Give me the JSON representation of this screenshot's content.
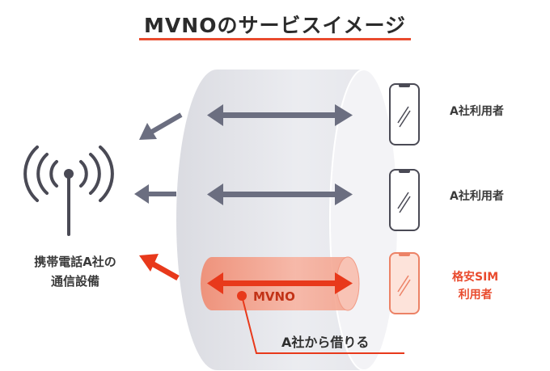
{
  "title": "MVNOのサービスイメージ",
  "carrier_label_line1": "携帯電話A社の",
  "carrier_label_line2": "通信設備",
  "users": [
    {
      "label": "A社利用者"
    },
    {
      "label": "A社利用者"
    },
    {
      "label_line1": "格安SIM",
      "label_line2": "利用者"
    }
  ],
  "mvno_label": "MVNO",
  "borrow_label": "A社から借りる",
  "colors": {
    "accent": "#e94b2e",
    "arrow_gray": "#6b6e80",
    "pipe": "#dadbe1",
    "light_red": "#f7c2b4"
  },
  "icons": [
    "antenna-icon",
    "smartphone-icon"
  ]
}
